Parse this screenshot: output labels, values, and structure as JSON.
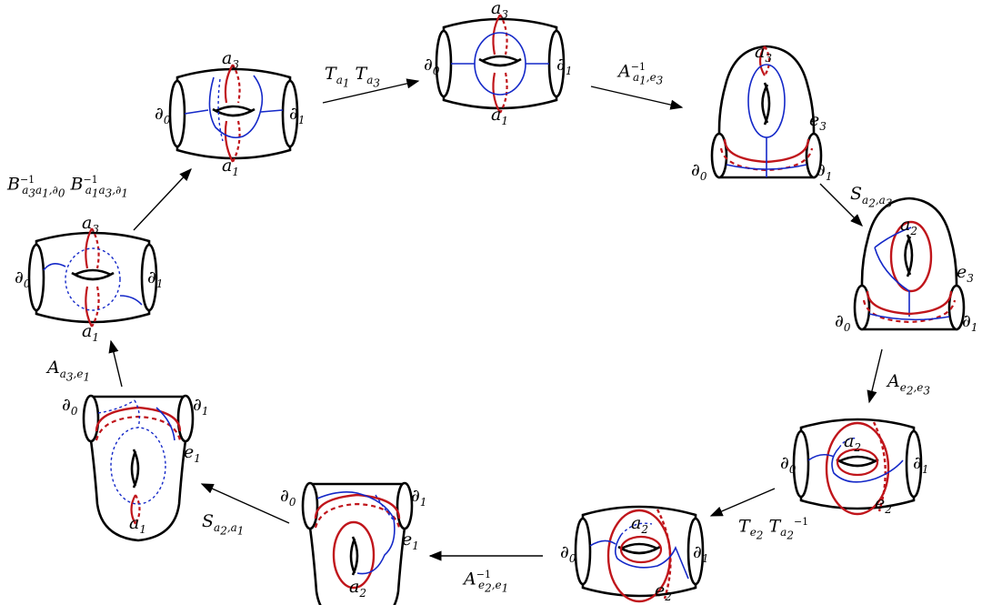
{
  "colors": {
    "outline": "#000000",
    "curve_red": "#c0151b",
    "curve_blue": "#1428c8"
  },
  "arrows": {
    "t1": {
      "base": "T",
      "s1": "a",
      "s1b": "1",
      "base2": "T",
      "s2": "a",
      "s2b": "3"
    },
    "t2": {
      "base": "A",
      "sup": "−1",
      "sub": "a",
      "subb": "1",
      "sub2": ",e",
      "sub2b": "3"
    },
    "t3": {
      "base": "S",
      "sub": "a",
      "subb": "2",
      "sub2": ",a",
      "sub2b": "3"
    },
    "t4": {
      "base": "A",
      "sub": "e",
      "subb": "2",
      "sub2": ",e",
      "sub2b": "3"
    },
    "t5": {
      "base": "T",
      "s1": "e",
      "s1b": "2",
      "base2": "T",
      "s2": "a",
      "s2b": "2",
      "sup": "−1"
    },
    "t6": {
      "base": "A",
      "sup": "−1",
      "sub": "e",
      "subb": "2",
      "sub2": ",e",
      "sub2b": "1"
    },
    "t7": {
      "base": "S",
      "sub": "a",
      "subb": "2",
      "sub2": ",a",
      "sub2b": "1"
    },
    "t8": {
      "base": "A",
      "sub": "a",
      "subb": "3",
      "sub2": ",e",
      "sub2b": "1"
    },
    "t9": {
      "base": "B",
      "sup": "−1",
      "sub": "a",
      "subb": "3",
      "sub2": "a",
      "sub2b": "1",
      "sub3": ",∂",
      "sub3b": "0",
      "base2": "B",
      "sup2": "−1",
      "sub4": "a",
      "sub4b": "1",
      "sub5": "a",
      "sub5b": "3",
      "sub6": ",∂",
      "sub6b": "1"
    }
  },
  "labels": {
    "d0": "∂",
    "d0b": "0",
    "d1": "∂",
    "d1b": "1",
    "a1": "a",
    "a1b": "1",
    "a2": "a",
    "a2b": "2",
    "a3": "a",
    "a3b": "3",
    "e1": "e",
    "e1b": "1",
    "e2": "e",
    "e2b": "2",
    "e3": "e",
    "e3b": "3"
  }
}
